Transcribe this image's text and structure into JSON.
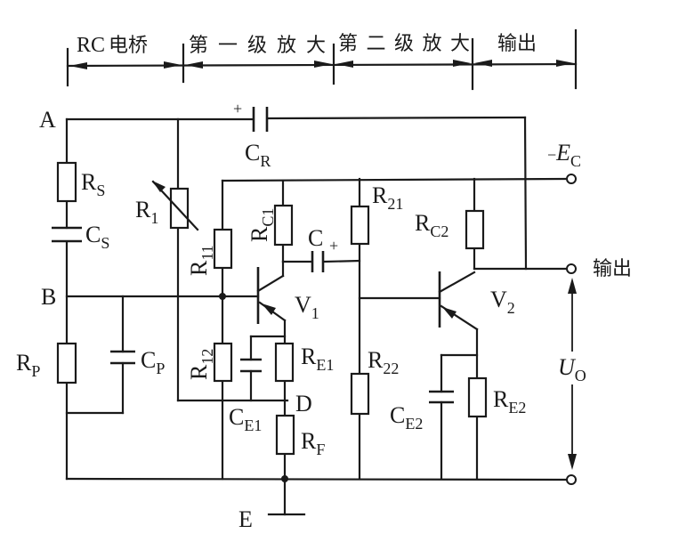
{
  "diagram": {
    "type": "circuit-schematic",
    "title": "RC bridge oscillator with two-stage amplifier",
    "sections": [
      {
        "label_latin": "RC",
        "label_cn": "电桥"
      },
      {
        "label_cn": "第一级放大"
      },
      {
        "label_cn": "第二级放大"
      },
      {
        "label_cn": "输出"
      }
    ],
    "nodes": {
      "A": "A",
      "B": "B",
      "D": "D",
      "E": "E"
    },
    "components": {
      "RS": {
        "main": "R",
        "sub": "S"
      },
      "CS": {
        "main": "C",
        "sub": "S"
      },
      "RP": {
        "main": "R",
        "sub": "P"
      },
      "CP": {
        "main": "C",
        "sub": "P"
      },
      "R1": {
        "main": "R",
        "sub": "1"
      },
      "CR": {
        "main": "C",
        "sub": "R",
        "polarity": "+"
      },
      "R11": {
        "main": "R",
        "sub": "11"
      },
      "R12": {
        "main": "R",
        "sub": "12"
      },
      "RC1": {
        "main": "R",
        "sub": "C1"
      },
      "C": {
        "main": "C",
        "polarity": "+"
      },
      "V1": {
        "main": "V",
        "sub": "1"
      },
      "RE1": {
        "main": "R",
        "sub": "E1"
      },
      "CE1": {
        "main": "C",
        "sub": "E1"
      },
      "RF": {
        "main": "R",
        "sub": "F"
      },
      "R21": {
        "main": "R",
        "sub": "21"
      },
      "R22": {
        "main": "R",
        "sub": "22"
      },
      "RC2": {
        "main": "R",
        "sub": "C2"
      },
      "V2": {
        "main": "V",
        "sub": "2"
      },
      "RE2": {
        "main": "R",
        "sub": "E2"
      },
      "CE2": {
        "main": "C",
        "sub": "E2"
      }
    },
    "supply": {
      "sign": "−",
      "main": "E",
      "sub": "C"
    },
    "output": {
      "label_cn": "输出"
    },
    "output_voltage": {
      "main": "U",
      "sub": "O"
    }
  }
}
